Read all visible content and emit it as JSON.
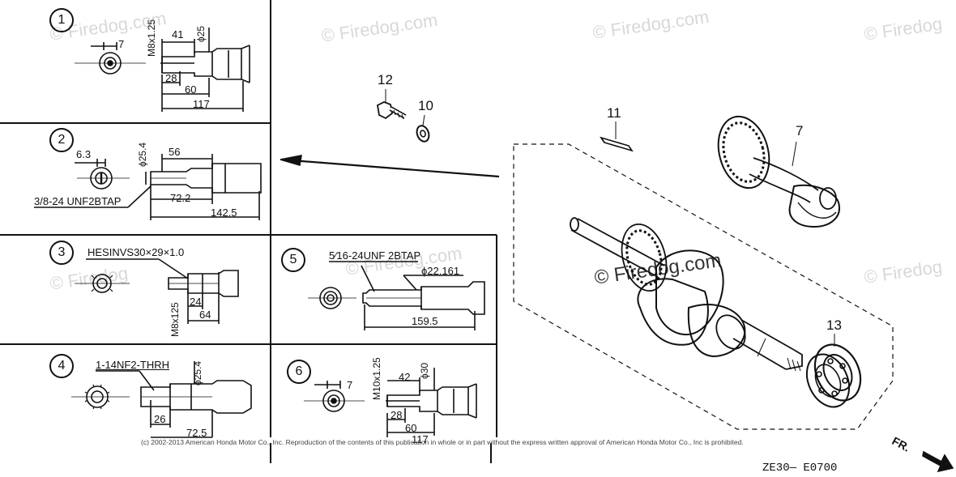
{
  "watermarks": [
    "© Firedog.com",
    "© Firedog.com",
    "© Firedog.com",
    "© Firedog",
    "© Firedog",
    "© Firedog.com",
    "© Firedog",
    "© Firedog.com"
  ],
  "variants": [
    {
      "num": "1",
      "dims": [
        "7",
        "M8x1.25",
        "41",
        "ϕ25",
        "28",
        "60",
        "117"
      ]
    },
    {
      "num": "2",
      "dims": [
        "6.3",
        "ϕ25.4",
        "56",
        "3/8-24 UNF2BTAP",
        "72.2",
        "142.5"
      ]
    },
    {
      "num": "3",
      "dims": [
        "HESINVS30×29×1.0",
        "M8x125",
        "24",
        "64"
      ]
    },
    {
      "num": "4",
      "dims": [
        "1-14NF2-THRH",
        "ϕ25.4",
        "26",
        "72.5"
      ]
    },
    {
      "num": "5",
      "dims": [
        "5⁄16-24UNF 2BTAP",
        "ϕ22.161",
        "159.5"
      ]
    },
    {
      "num": "6",
      "dims": [
        "7",
        "M10x1.25",
        "42",
        "ϕ30",
        "28",
        "60",
        "117"
      ]
    }
  ],
  "parts": [
    "12",
    "10",
    "11",
    "7",
    "13"
  ],
  "copyright": "(c) 2002-2013 American Honda Motor Co., Inc. Reproduction of the contents of this publication in whole or in part without the express written approval of American Honda Motor Co., Inc is prohibited.",
  "diagram_code": "ZE30— E0700",
  "fr_label": "FR."
}
